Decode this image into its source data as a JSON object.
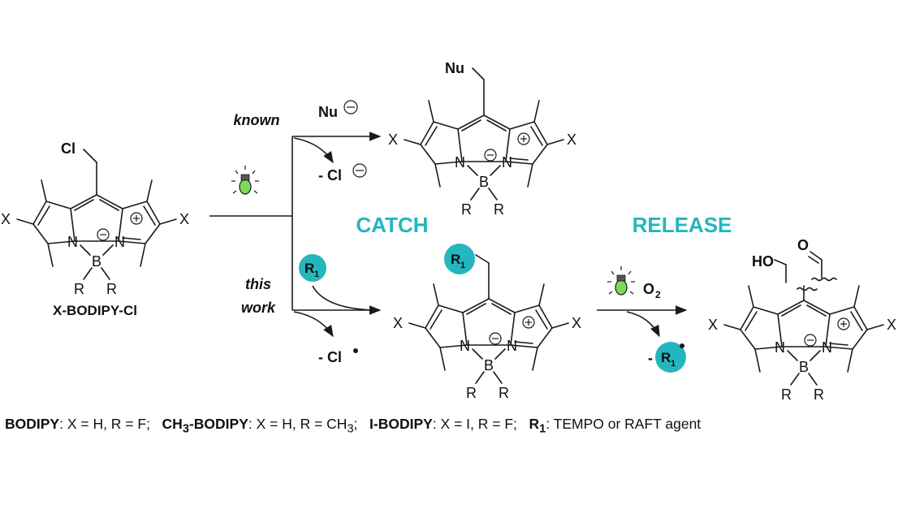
{
  "phases": {
    "catch": "CATCH",
    "release": "RELEASE"
  },
  "paths": {
    "known": "known",
    "this_work_line1": "this",
    "this_work_line2": "work"
  },
  "reagents": {
    "nu": "Nu",
    "minus_cl_anion": "- Cl",
    "minus_cl_radical": "- Cl",
    "r1": "R",
    "r1_sub": "1",
    "o2": "O",
    "o2_sub": "2",
    "minus_r1": "-"
  },
  "compound_label": "X-BODIPY-Cl",
  "atoms": {
    "cl": "Cl",
    "nu": "Nu",
    "x": "X",
    "n": "N",
    "b": "B",
    "r": "R",
    "ho": "HO",
    "o": "O"
  },
  "legend": {
    "bodipy_name": "BODIPY",
    "bodipy_def": ": X = H, R = F;",
    "ch3_name_a": "CH",
    "ch3_name_sub": "3",
    "ch3_name_b": "-BODIPY",
    "ch3_def_a": ": X = H,  R = CH",
    "ch3_def_sub": "3",
    "ch3_def_b": ";",
    "ibodipy_name": "I-BODIPY",
    "ibodipy_def": ": X = I, R = F;",
    "r1_name": "R",
    "r1_sub": "1",
    "r1_def": ": TEMPO or RAFT agent"
  },
  "colors": {
    "accent": "#25b6bd",
    "bulb": "#7ed957"
  }
}
